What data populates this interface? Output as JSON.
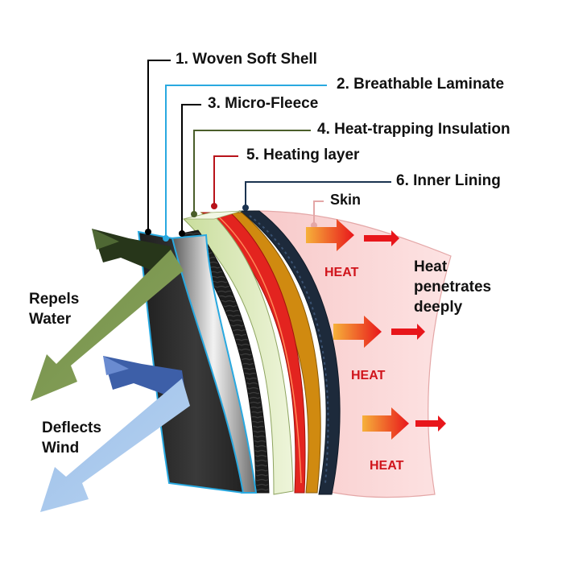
{
  "layers": [
    {
      "label": "1. Woven Soft Shell",
      "color": "#000000"
    },
    {
      "label": "2. Breathable Laminate",
      "color": "#29a9e0"
    },
    {
      "label": "3. Micro-Fleece",
      "color": "#000000"
    },
    {
      "label": "4. Heat-trapping Insulation",
      "color": "#4a5e2a"
    },
    {
      "label": "5. Heating layer",
      "color": "#b8131a"
    },
    {
      "label": "6. Inner Lining",
      "color": "#1b3350"
    }
  ],
  "skin_label": "Skin",
  "left_labels": {
    "water_line1": "Repels",
    "water_line2": "Water",
    "wind_line1": "Deflects",
    "wind_line2": "Wind"
  },
  "right_label": {
    "line1": "Heat",
    "line2": "penetrates",
    "line3": "deeply"
  },
  "heat_labels": [
    "HEAT",
    "HEAT",
    "HEAT"
  ],
  "colors": {
    "shell": "#2a2a2a",
    "laminate_edge": "#29a9e0",
    "insulation": "#d8e8b4",
    "heating_red": "#e52421",
    "heating_amber": "#c8870f",
    "lining": "#1c2a3a",
    "skin": "#f9d3d3",
    "heat_text": "#d0141b",
    "water_arrow": "#7f9a54",
    "wind_arrow": "#a9c8ea",
    "wind_arrow_dark": "#3d5fa8",
    "water_arrow_dark": "#28361a"
  }
}
